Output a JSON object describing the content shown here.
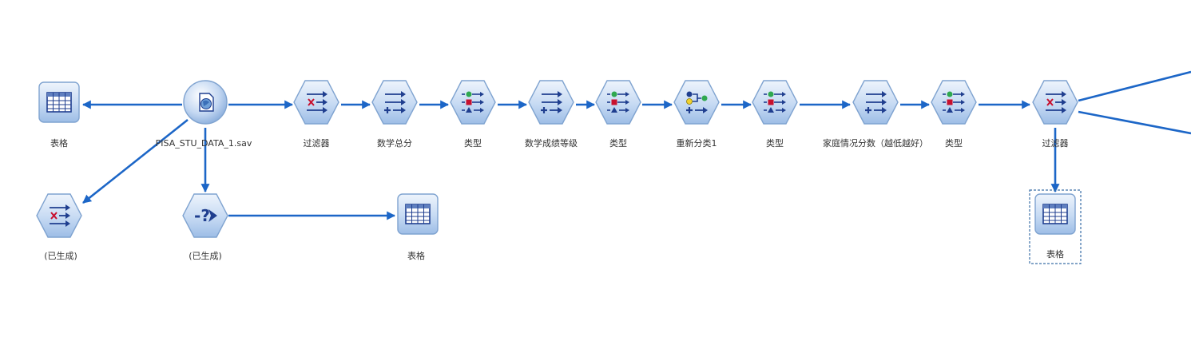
{
  "colors": {
    "edge": "#1c66c7",
    "node_fill_light": "#e3eefb",
    "node_fill_dark": "#a9c6ea",
    "node_border": "#7fa3d0",
    "glyph": "#1f3e8f",
    "glyph_red": "#c8102e",
    "glyph_green": "#2fa84f",
    "glyph_yellow": "#f2d12e",
    "selection": "#3a6fa8"
  },
  "nodes": {
    "table_top": {
      "label": "表格",
      "icon": "table-icon"
    },
    "source": {
      "label": "PISA_STU_DATA_1.sav",
      "icon": "statistics-file-icon"
    },
    "filter_1": {
      "label": "过滤器",
      "icon": "filter-icon"
    },
    "derive_1": {
      "label": "数学总分",
      "icon": "derive-icon"
    },
    "type_1": {
      "label": "类型",
      "icon": "type-icon"
    },
    "derive_2": {
      "label": "数学成绩等级",
      "icon": "derive-icon"
    },
    "type_2": {
      "label": "类型",
      "icon": "type-icon"
    },
    "reclassify": {
      "label": "重新分类1",
      "icon": "reclassify-icon"
    },
    "type_3": {
      "label": "类型",
      "icon": "type-icon"
    },
    "derive_3": {
      "label": "家庭情况分数（越低越好）",
      "icon": "derive-icon"
    },
    "type_4": {
      "label": "类型",
      "icon": "type-icon"
    },
    "filter_2": {
      "label": "过滤器",
      "icon": "filter-icon"
    },
    "filter_gen": {
      "label": "(已生成)",
      "icon": "filter-icon"
    },
    "select_gen": {
      "label": "(已生成)",
      "icon": "select-icon"
    },
    "table_mid": {
      "label": "表格",
      "icon": "table-icon"
    },
    "table_selected": {
      "label": "表格",
      "icon": "table-icon"
    }
  }
}
